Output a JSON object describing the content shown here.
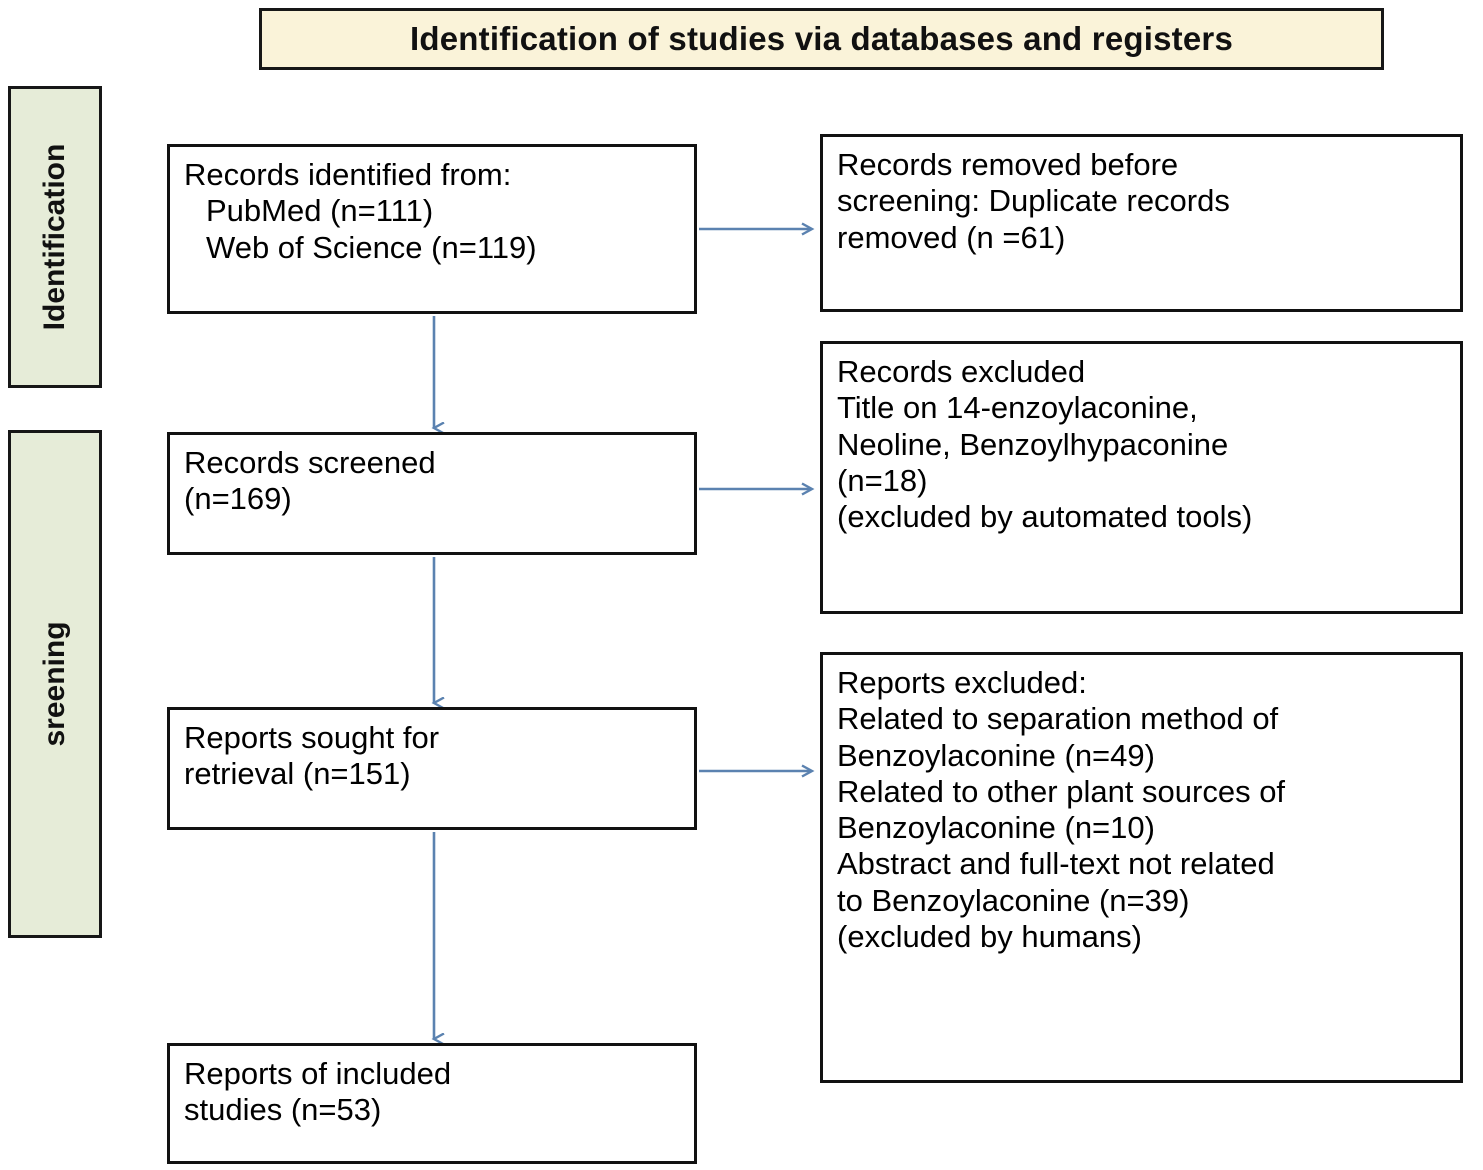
{
  "title": {
    "text": "Identification of studies via databases and registers"
  },
  "stages": [
    {
      "id": "identification",
      "label": "Identification"
    },
    {
      "id": "screening",
      "label": "sreening"
    }
  ],
  "colors": {
    "title_fill": "#faf3d9",
    "stage_fill": "#e6ecd8",
    "box_fill": "#ffffff",
    "box_border": "#111111",
    "arrow": "#5b82b0"
  },
  "boxes": {
    "identified": {
      "lines": [
        "Records identified from:",
        "PubMed (n=111)",
        "Web of Science (n=119)"
      ]
    },
    "removed": {
      "lines": [
        "Records removed before",
        "screening: Duplicate records",
        "removed (n =61)"
      ]
    },
    "screened": {
      "lines": [
        "Records screened",
        "(n=169)"
      ]
    },
    "records_excluded": {
      "lines": [
        "Records excluded",
        "Title on 14-enzoylaconine,",
        "Neoline, Benzoylhypaconine",
        "(n=18)",
        "(excluded by automated tools)"
      ]
    },
    "sought": {
      "lines": [
        "Reports sought for",
        "retrieval (n=151)"
      ]
    },
    "reports_excluded": {
      "lines": [
        "Reports excluded:",
        "Related to separation method of",
        "Benzoylaconine (n=49)",
        "Related to other plant sources of",
        "Benzoylaconine (n=10)",
        "Abstract and full-text not related",
        "to Benzoylaconine (n=39)",
        "(excluded by humans)"
      ]
    },
    "included": {
      "lines": [
        "Reports of included",
        "studies (n=53)"
      ]
    }
  },
  "flow_counts": {
    "pubmed": 111,
    "web_of_science": 119,
    "duplicates_removed": 61,
    "records_screened": 169,
    "records_excluded": 18,
    "reports_sought": 151,
    "reports_excluded_separation_method": 49,
    "reports_excluded_other_plant_sources": 10,
    "reports_excluded_not_related": 39,
    "reports_included": 53
  }
}
